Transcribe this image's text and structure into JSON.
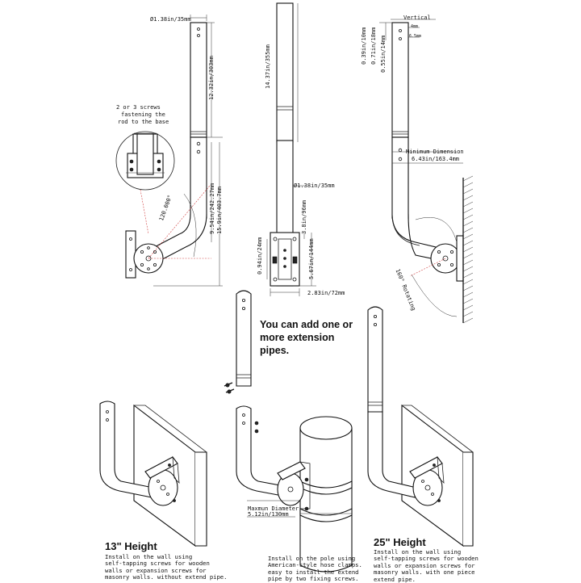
{
  "dims": {
    "d1": "Ø1.38in/35mm",
    "d2": "12.32in/303mm",
    "d3": "120.000°",
    "d4": "9.54in/242.27mm",
    "d5": "15.9in/403.7mm",
    "d6": "14.37in/355mm",
    "d7": "Ø1.38in/35mm",
    "d8": "3.8in/96mm",
    "d9": "0.94in/24mm",
    "d10": "5.67in/144mm",
    "d11": "2.83in/72mm",
    "d12": "Vertical",
    "d13": "4mm",
    "d14": "6.5mm",
    "d15": "0.39in/10mm",
    "d16": "0.71in/18mm",
    "d17": "0.55in/14mm",
    "d18": "Minimum Dimension",
    "d19": "6.43in/163.4mm",
    "d20": "160° Rotating",
    "d21": "Maxmun Diameter",
    "d22": "5.12in/130mm",
    "d23": "2 or 3 screws",
    "d24": "fastening the",
    "d25": "rod to the base"
  },
  "callout": "You can add one or more extension pipes.",
  "panels": {
    "left": {
      "title": "13\" Height",
      "lines": [
        "Install on the wall using",
        "self-tapping screws for wooden",
        "walls or expansion screws for",
        "masonry walls. without extend pipe."
      ]
    },
    "middle": {
      "lines": [
        "Install on the pole using",
        "American-style hose clamps.",
        "easy to install the extend",
        "pipe by two fixing screws."
      ]
    },
    "right": {
      "title": "25\" Height",
      "lines": [
        "Install on the wall using",
        "self-tapping screws for wooden",
        "walls or expansion screws for",
        "masonry walls. with one piece",
        "extend pipe."
      ]
    }
  }
}
